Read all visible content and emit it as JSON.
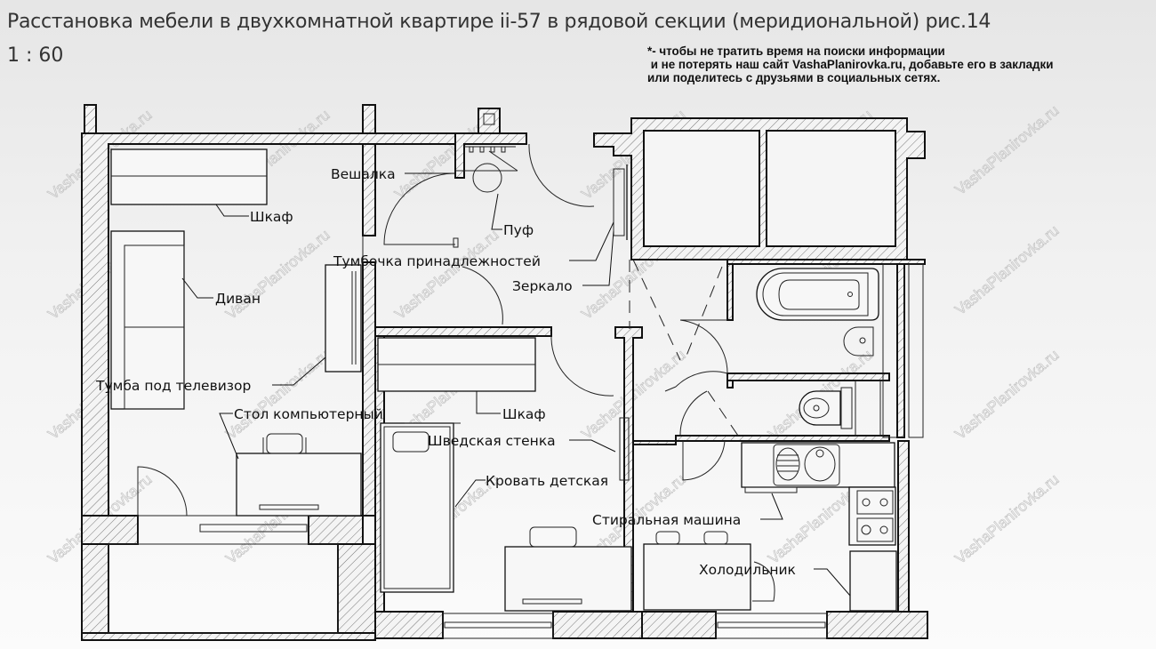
{
  "header": {
    "title": "Расстановка мебели в двухкомнатной квартире ii-57 в рядовой секции (меридиональной) рис.14",
    "scale": "1 : 60",
    "note": "*- чтобы не тратить время на поиски информации\n и не потерять наш сайт VashaPlanirovka.ru, добавьте его в закладки\nили поделитесь с друзьями в социальных сетях."
  },
  "labels": {
    "veshalka": "Вешалка",
    "shkaf_top": "Шкаф",
    "puf": "Пуф",
    "tumbochka": "Тумбочка принадлежностей",
    "zerkalo": "Зеркало",
    "divan": "Диван",
    "tumba_tv": "Тумба под телевизор",
    "stol_comp": "Стол компьютерный",
    "shkaf_mid": "Шкаф",
    "shved": "Шведская стенка",
    "krovat": "Кровать детская",
    "stiralnaya": "Стиральная машина",
    "holodilnik": "Холодильник"
  },
  "watermark": "VashaPlanirovka.ru"
}
